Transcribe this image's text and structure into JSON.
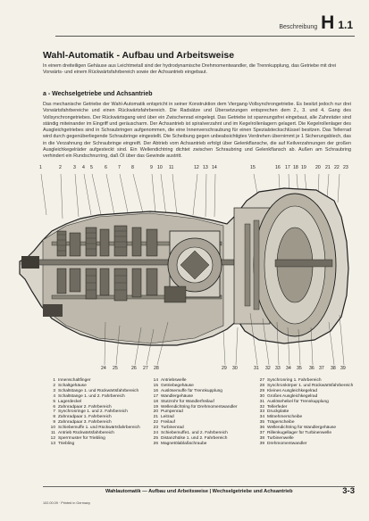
{
  "header": {
    "section": "Beschreibung",
    "code": "H",
    "number": "1.1"
  },
  "title": "Wahl-Automatik - Aufbau und Arbeitsweise",
  "intro": "In einem dreiteiligen Gehäuse aus Leichtmetall sind der hydrodynamische Drehmomentwandler, die Trennkupplung, das Getriebe mit drei Vorwärts- und einem Rückwärtsfahrbereich sowie der Achsantrieb eingebaut.",
  "section_heading": "a - Wechselgetriebe und Achsantrieb",
  "body": "Das mechanische Getriebe der Wahl-Automatik entspricht in seiner Konstruktion dem Viergang-Vollsynchrongetriebe. Es besitzt jedoch nur drei Vorwärtsfahrbereiche und einen Rückwärtsfahrbereich. Die Radsätze und Übersetzungen entsprechen dem 2., 3. und 4. Gang des Vollsynchrongetriebes. Der Rückwärtsgang wird über ein Zwischenrad eingelegt. Das Getriebe ist spannungsfrei eingebaut, alle Zahnräder sind ständig miteinander im Eingriff und geräuscharm. Der Achsantrieb ist spiralverzahnt und im Kegelrollenlagern gelagert. Die Kegelrollenlager des Ausgleichgetriebes sind in Schraubringen aufgenommen, die eine Innenverschraubung für einen Spezialsteckschlüssel besitzen. Das Tellerrad wird durch gegenüberliegende Schraubringe eingestellt. Die Scheibung gegen unbeabsichtigtes Verdrehen übernimmt je 1 Sicherungsblech, das in die Verzahnung der Schraubringe eingreift. Der Abtrieb vom Achsantrieb erfolgt über Gelenkflansche, die auf Keilverzahnungen der großen Ausgleichkegelräder aufgesteckt sind. Ein Wellendichtring dichtet zwischen Schraubring und Gelenkflansch ab. Außen am Schraubring verhindert ein Rundschnurring, daß Öl über das Gewinde austritt.",
  "figure": {
    "top_callouts": [
      "1",
      "2",
      "3",
      "4",
      "5",
      "6",
      "7",
      "8",
      "9",
      "10",
      "11",
      "12",
      "13",
      "14",
      "15",
      "16",
      "17",
      "18",
      "19",
      "20",
      "21",
      "22",
      "23"
    ],
    "bottom_callouts": [
      "24",
      "25",
      "26",
      "27",
      "28",
      "29",
      "30",
      "31",
      "32",
      "33",
      "34",
      "35",
      "36",
      "37",
      "38",
      "39"
    ]
  },
  "legend": {
    "col1": [
      {
        "n": "1",
        "t": "Innenschaltfinger"
      },
      {
        "n": "2",
        "t": "Schaltgehäuse"
      },
      {
        "n": "3",
        "t": "Schaltstange 1. und Rückwärtsfahrbereich"
      },
      {
        "n": "4",
        "t": "Schaltstange 1. und 2. Fahrbereich"
      },
      {
        "n": "5",
        "t": "Lagerdeckel"
      },
      {
        "n": "6",
        "t": "Zahnradpaar 2. Fahrbereich"
      },
      {
        "n": "7",
        "t": "Synchronringe 1. und 2. Fahrbereich"
      },
      {
        "n": "8",
        "t": "Zahnradpaar 1. Fahrbereich"
      },
      {
        "n": "9",
        "t": "Zahnradpaar 3. Fahrbereich"
      },
      {
        "n": "10",
        "t": "Schiebemuffe 1. und Rückwärtsfahrbereich"
      },
      {
        "n": "11",
        "t": "Antrieb Rückwärtsfahrbereich"
      },
      {
        "n": "12",
        "t": "Sperrmuster für Triebling"
      },
      {
        "n": "13",
        "t": "Triebling"
      }
    ],
    "col2": [
      {
        "n": "14",
        "t": "Antriebswelle"
      },
      {
        "n": "15",
        "t": "Getriebegehäuse"
      },
      {
        "n": "16",
        "t": "Auslösemuffe für Trennkupplung"
      },
      {
        "n": "17",
        "t": "Wandlergehäuse"
      },
      {
        "n": "18",
        "t": "Stutzrohr für Wandlerfreilauf"
      },
      {
        "n": "19",
        "t": "Wellendichtring für Drehmomentwandler"
      },
      {
        "n": "20",
        "t": "Pumpenrad"
      },
      {
        "n": "21",
        "t": "Leitrad"
      },
      {
        "n": "22",
        "t": "Freilauf"
      },
      {
        "n": "23",
        "t": "Turbinenrad"
      },
      {
        "n": "24",
        "t": "Schiebemuffe1. und 2. Fahrbereich"
      },
      {
        "n": "25",
        "t": "Distanzhülse 1. und 2. Fahrbereich"
      },
      {
        "n": "26",
        "t": "Magnetölablaßschraube"
      }
    ],
    "col3": [
      {
        "n": "27",
        "t": "Synchronring 1. Fahrbereich"
      },
      {
        "n": "28",
        "t": "Synchronkörper 1. und Rückwärtsfahrbereich"
      },
      {
        "n": "29",
        "t": "Kleines Ausgleichkegelrad"
      },
      {
        "n": "30",
        "t": "Großes Ausgleichkegelrad"
      },
      {
        "n": "31",
        "t": "Auslösehebel für Trennkupplung"
      },
      {
        "n": "32",
        "t": "Tellerfeder"
      },
      {
        "n": "33",
        "t": "Druckplatte"
      },
      {
        "n": "34",
        "t": "Mitnehmerscheibe"
      },
      {
        "n": "35",
        "t": "Trägerscheibe"
      },
      {
        "n": "36",
        "t": "Wellendichtring für Wandlergehäuse"
      },
      {
        "n": "37",
        "t": "Rillenkugellager für Turbinenwelle"
      },
      {
        "n": "38",
        "t": "Turbinenwelle"
      },
      {
        "n": "39",
        "t": "Drehmomentwandler"
      }
    ]
  },
  "footer": {
    "title": "Wahlautomatik — Aufbau und Arbeitsweise | Wechselgetriebe und Achsantrieb",
    "page": "3-3",
    "print_note": "102.00.09 · Printed in Germany"
  }
}
